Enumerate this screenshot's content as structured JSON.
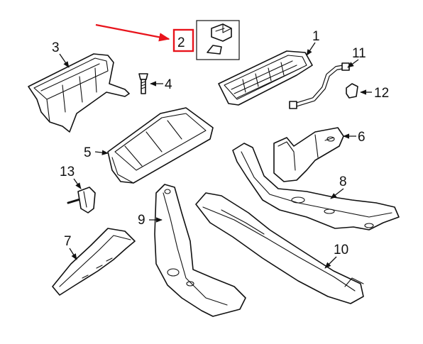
{
  "diagram": {
    "callouts": {
      "p1": "1",
      "p2": "2",
      "p3": "3",
      "p4": "4",
      "p5": "5",
      "p6": "6",
      "p7": "7",
      "p8": "8",
      "p9": "9",
      "p10": "10",
      "p11": "11",
      "p12": "12",
      "p13": "13"
    },
    "highlight_color": "#e8141c",
    "ink_color": "#111111"
  }
}
